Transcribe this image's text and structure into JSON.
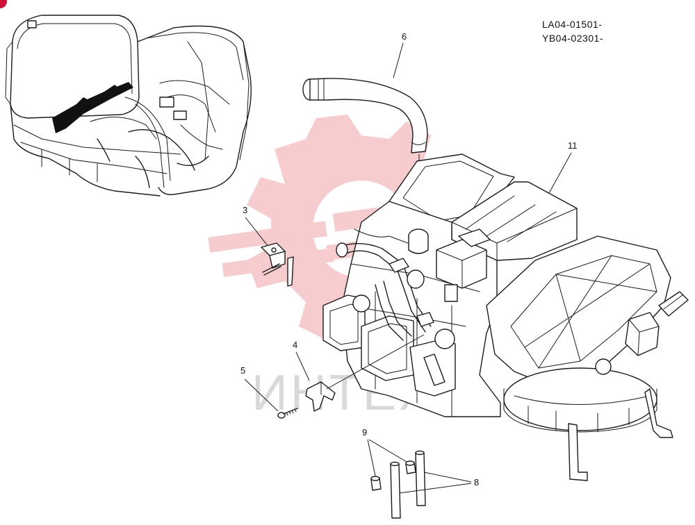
{
  "serial_codes": [
    "LA04-01501-",
    "YB04-02301-"
  ],
  "watermark_text": "ИНТЕХ",
  "colors": {
    "line": "#1a1a1a",
    "watermark_red": "#e8505b",
    "watermark_gray": "#d9d9d9",
    "corner_badge": "#d0103a"
  },
  "callouts": [
    {
      "id": "c6",
      "label": "6"
    },
    {
      "id": "c11",
      "label": "11"
    },
    {
      "id": "c3",
      "label": "3"
    },
    {
      "id": "c4",
      "label": "4"
    },
    {
      "id": "c5",
      "label": "5"
    },
    {
      "id": "c9",
      "label": "9"
    },
    {
      "id": "c8",
      "label": "8"
    }
  ]
}
